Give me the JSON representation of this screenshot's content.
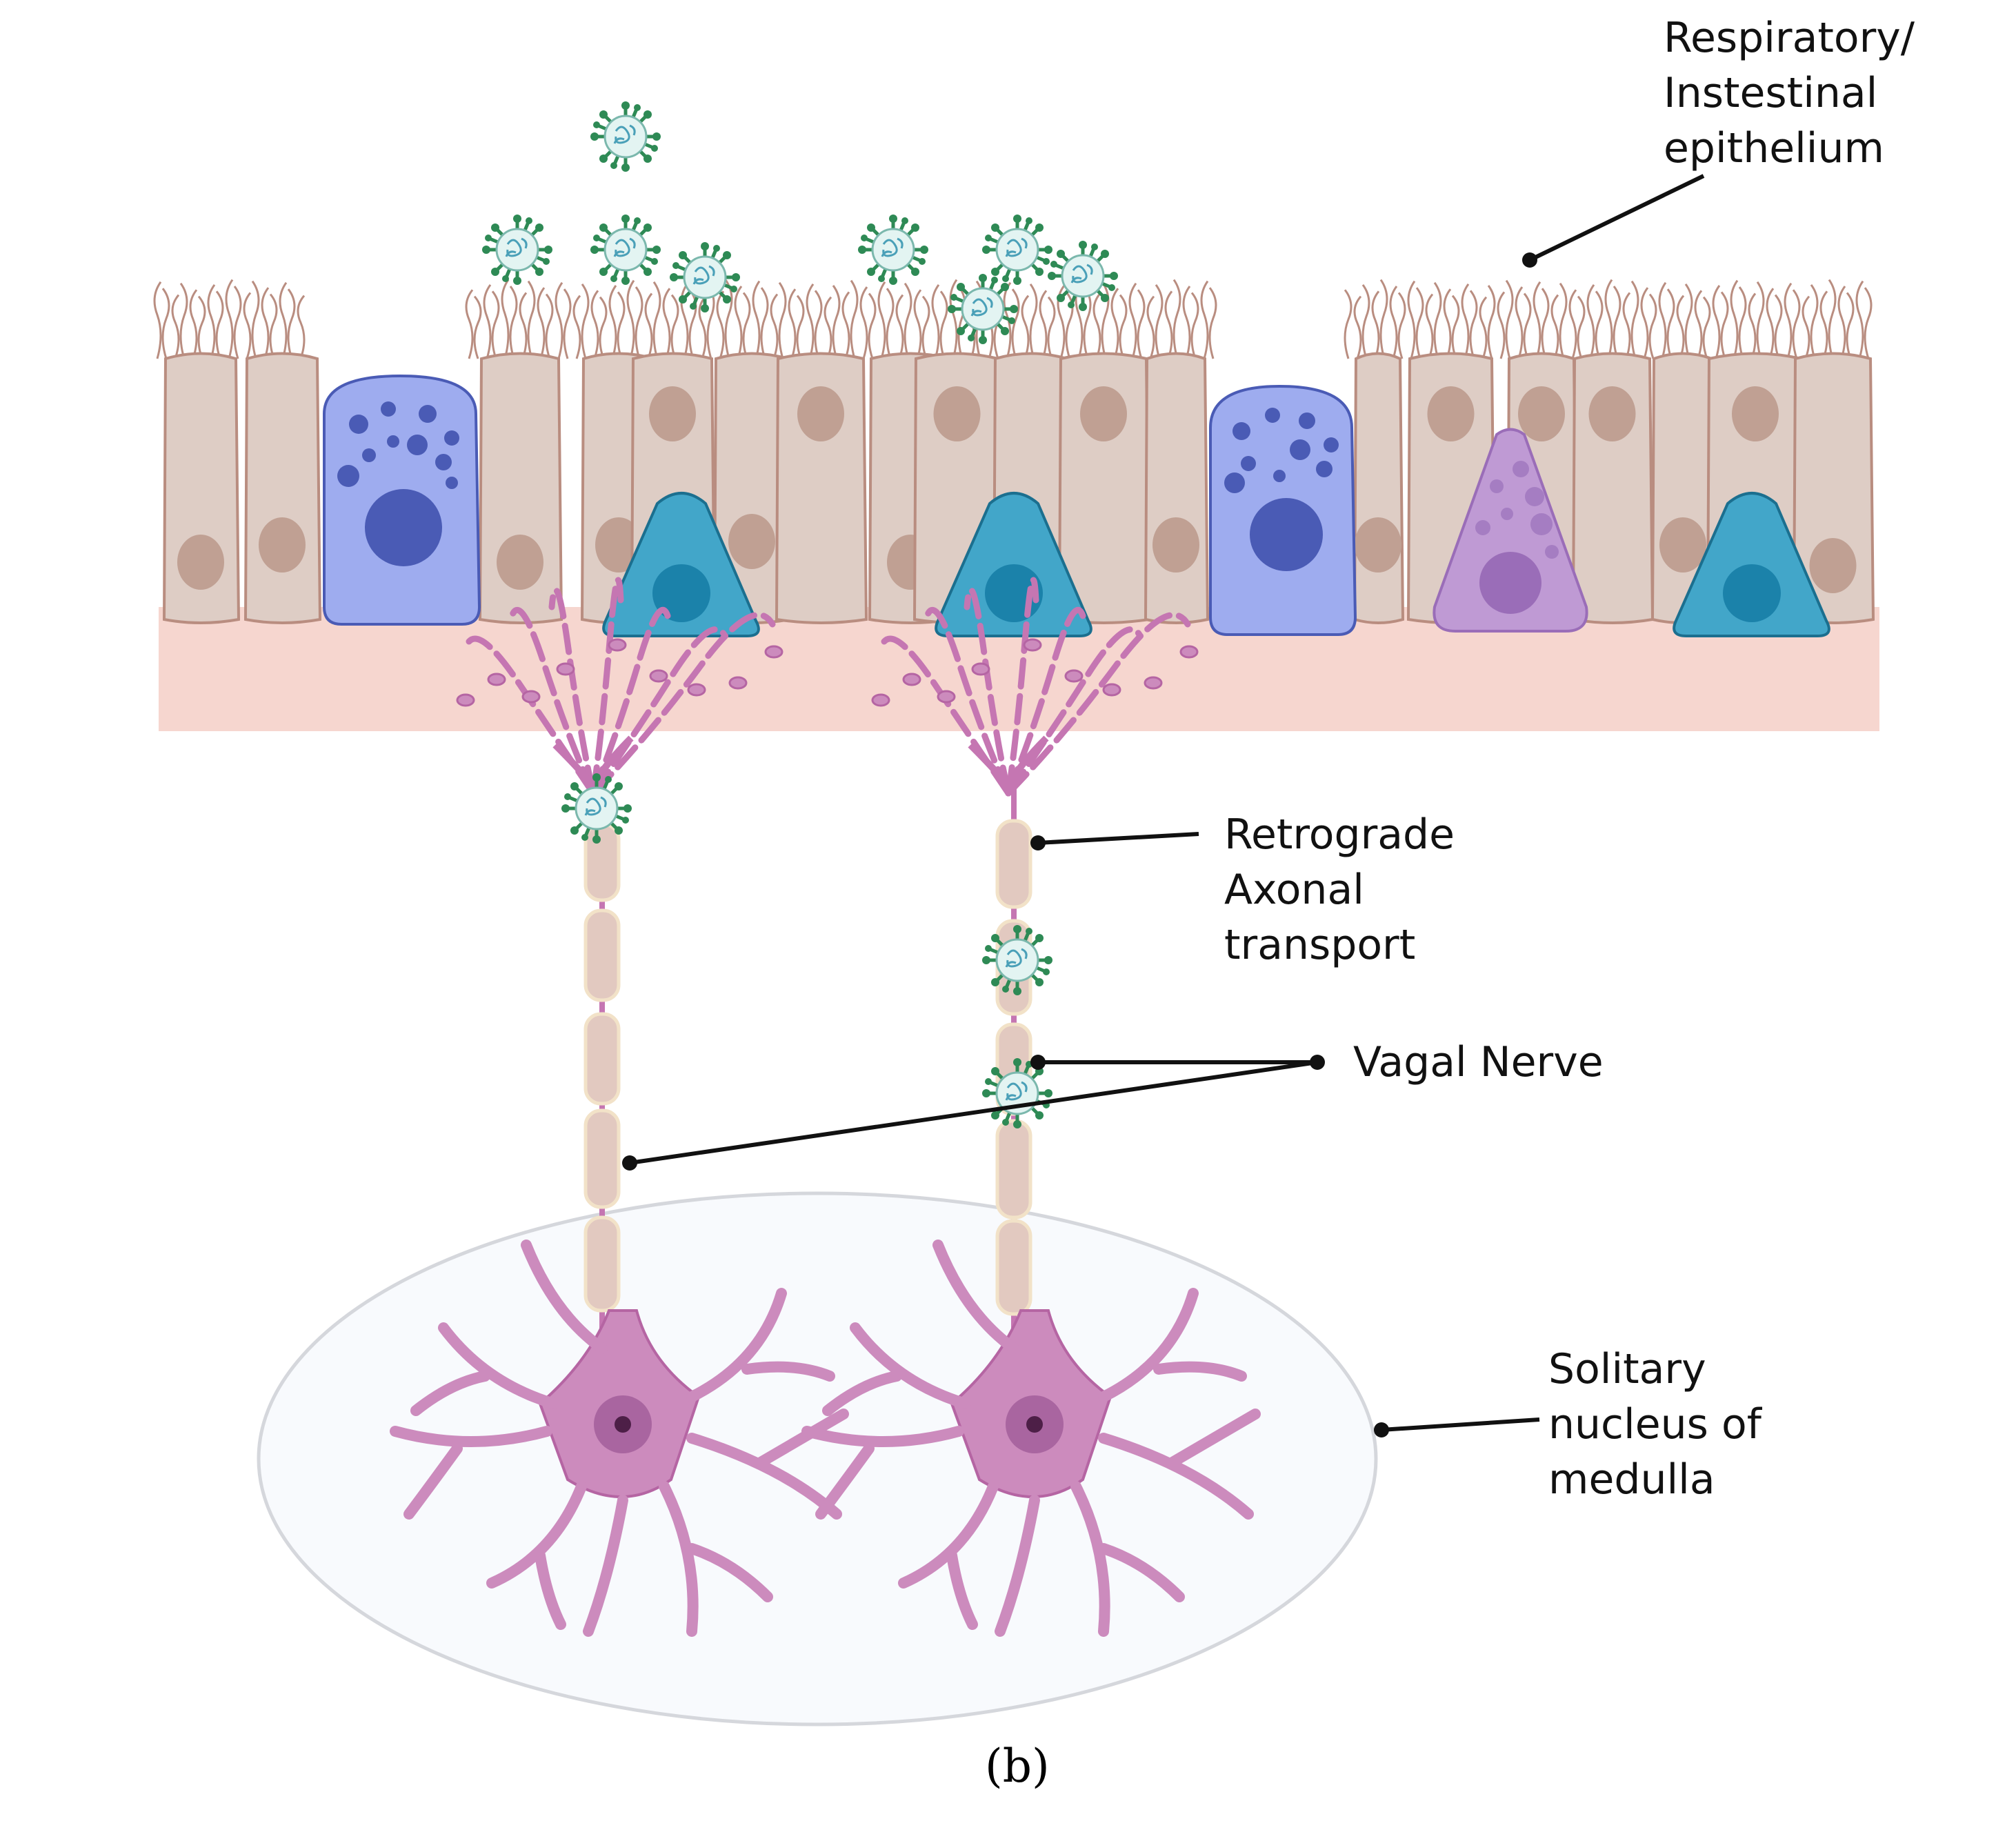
{
  "labels": {
    "epithelium": [
      "Respiratory/",
      "Instestinal",
      "epithelium"
    ],
    "retrograde": [
      "Retrograde",
      "Axonal",
      "transport"
    ],
    "vagal": "Vagal Nerve",
    "solitary": [
      "Solitary",
      "nucleus of",
      "medulla"
    ]
  },
  "caption": "(b)",
  "colors": {
    "cell_fill": "#decdc5",
    "cell_stroke": "#b98d80",
    "nucleus": "#c0a093",
    "basement": "#f6d6cf",
    "goblet_fill": "#9eacef",
    "goblet_dark": "#4a5bb5",
    "neuroendocrine_fill": "#42a6c9",
    "neuroendocrine_dark": "#1b82aa",
    "purple_cell_fill": "#bf9ad4",
    "purple_cell_dark": "#9a6db8",
    "neuron": "#cc8bbd",
    "neuron_stroke": "#b565a3",
    "myelin": "#e2c9c0",
    "virus": "#2e8a55",
    "nucleus_region": "#f8fafd"
  },
  "icons": {
    "virus": "virus-icon",
    "neuron": "neuron-icon",
    "goblet_cell": "goblet-cell-icon",
    "neuroendocrine_cell": "neuroendocrine-cell-icon"
  }
}
